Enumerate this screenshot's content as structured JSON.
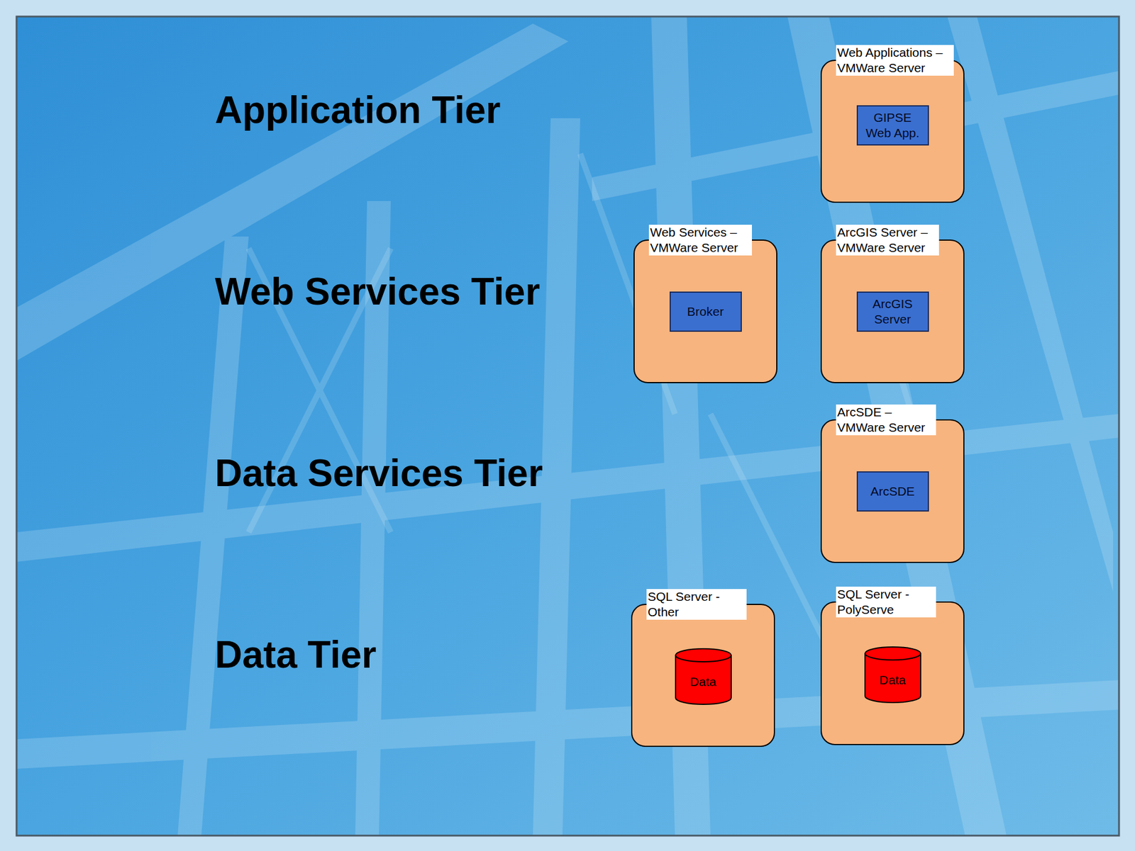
{
  "diagram": {
    "nodes": [
      {
        "text": [
          "Web Applications – VMWare Server"
        ]
      },
      {
        "text": [
          "GIPSE Web App."
        ],
        "in": 0
      },
      {
        "text": [
          "Web Services – VMWare Server"
        ]
      },
      {
        "text": [
          "Broker"
        ],
        "in": 2
      },
      {
        "text": [
          "ArcGIS Server – VMWare Server"
        ]
      },
      {
        "text": [
          "ArcGIS Server"
        ],
        "in": 4
      },
      {
        "text": [
          "ArcSDE – VMWare Server"
        ]
      },
      {
        "text": [
          "ArcSDE"
        ],
        "in": 6
      },
      {
        "text": [
          "SQL Server - Other"
        ]
      },
      {
        "text": [
          "Data"
        ],
        "in": 8
      },
      {
        "text": [
          "SQL Server - PolyServe"
        ]
      },
      {
        "text": [
          "Data"
        ],
        "in": 10
      }
    ],
    "labels": [
      "Application Tier",
      "Web Services Tier",
      "Data Services Tier",
      "Data Tier"
    ]
  }
}
